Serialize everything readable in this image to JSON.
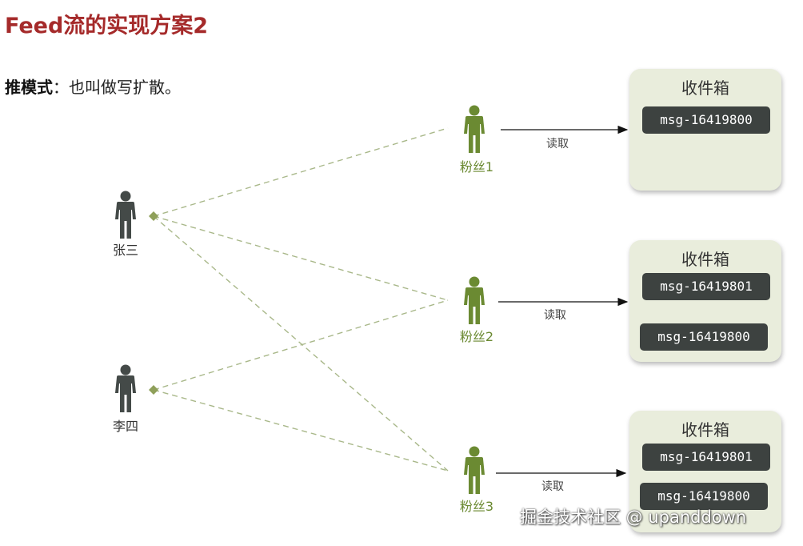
{
  "title": "Feed流的实现方案2",
  "subtitle": {
    "bold": "推模式",
    "rest": "：也叫做写扩散。"
  },
  "authors": [
    {
      "name": "张三"
    },
    {
      "name": "李四"
    }
  ],
  "fans": [
    {
      "name": "粉丝1",
      "read_label": "读取"
    },
    {
      "name": "粉丝2",
      "read_label": "读取"
    },
    {
      "name": "粉丝3",
      "read_label": "读取"
    }
  ],
  "inboxes": [
    {
      "title": "收件箱",
      "messages": [
        "msg-16419800"
      ]
    },
    {
      "title": "收件箱",
      "messages": [
        "msg-16419801",
        "msg-16419800"
      ]
    },
    {
      "title": "收件箱",
      "messages": [
        "msg-16419801",
        "msg-16419800"
      ]
    }
  ],
  "watermark": "掘金技术社区 @ upanddown",
  "colors": {
    "title": "#a52a2a",
    "author": "#444a48",
    "fan": "#6b8a32",
    "dashed": "#a9b88a",
    "inbox_bg": "#e9eddc",
    "msg_bg": "#3d4240"
  }
}
